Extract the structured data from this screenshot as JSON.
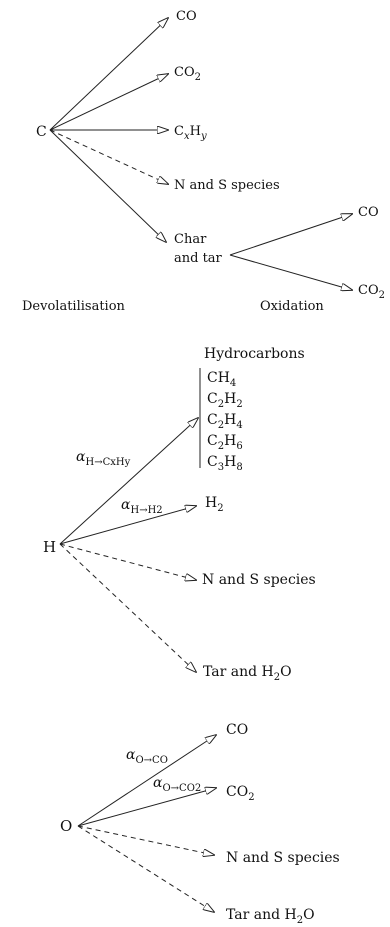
{
  "carbon": {
    "source": "C",
    "co_pre": "CO",
    "co2_pre": "CO",
    "co2_sub": "2",
    "cxhy_c": "C",
    "cxhy_x": "x",
    "cxhy_h": "H",
    "cxhy_y": "y",
    "ns_species": "N and S species",
    "char_line1": "Char",
    "char_line2": "and tar",
    "co_post": "CO",
    "co2_post": "CO",
    "co2_post_sub": "2",
    "devol_label": "Devolatilisation",
    "oxid_label": "Oxidation"
  },
  "hydrogen": {
    "source": "H",
    "hydrocarbons_title": "Hydrocarbons",
    "hc1": "CH",
    "hc1_sub": "4",
    "hc2": "C",
    "hc2_s1": "2",
    "hc2_h": "H",
    "hc2_s2": "2",
    "hc3": "C",
    "hc3_s1": "2",
    "hc3_h": "H",
    "hc3_s2": "4",
    "hc4": "C",
    "hc4_s1": "2",
    "hc4_h": "H",
    "hc4_s2": "6",
    "hc5": "C",
    "hc5_s1": "3",
    "hc5_h": "H",
    "hc5_s2": "8",
    "alpha_hc": "α",
    "alpha_hc_sub": "H→CxHy",
    "h2": "H",
    "h2_sub": "2",
    "alpha_h2": "α",
    "alpha_h2_sub": "H→H2",
    "ns_species": "N and S species",
    "tar_water": "Tar and H",
    "tar_water_sub": "2",
    "tar_water_end": "O"
  },
  "oxygen": {
    "source": "O",
    "co": "CO",
    "co2": "CO",
    "co2_sub": "2",
    "alpha_co": "α",
    "alpha_co_sub": "O→CO",
    "alpha_co2": "α",
    "alpha_co2_sub": "O→CO2",
    "ns_species": "N and S species",
    "tar_water": "Tar and H",
    "tar_water_sub": "2",
    "tar_water_end": "O"
  },
  "colors": {
    "ink": "#222222",
    "background": "#ffffff"
  }
}
